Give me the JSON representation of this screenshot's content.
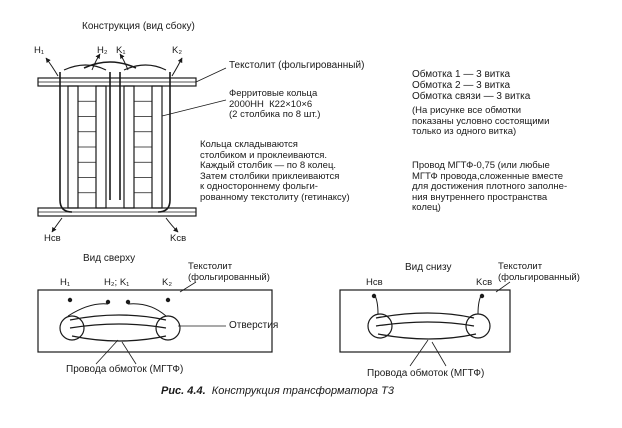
{
  "side_view": {
    "title": "Конструкция (вид сбоку)",
    "terminal_h1": "H₁",
    "terminal_h2": "H₂",
    "terminal_k1": "K₁",
    "terminal_k2": "K₂",
    "terminal_hcv": "Hсв",
    "terminal_kcv": "Kсв",
    "textolite_label": "Текстолит (фольгированный)",
    "ferrite_label": "Ферритовые кольца\n2000НН  К22×10×6\n(2 столбика по 8 шт.)",
    "assembly_note": "Кольца складываются\nстолбиком и проклеиваются.\nКаждый столбик — по 8 колец.\nЗатем столбики приклеиваются\nк одностороннему фольги-\nрованному текстолиту (гетинаксу)"
  },
  "windings": {
    "winding_1": "Обмотка 1 —  3 витка",
    "winding_2": "Обмотка 2 —  3 витка",
    "winding_link": "Обмотка связи —  3 витка",
    "winding_note": "(На рисунке все обмотки\nпоказаны условно состоящими\nтолько из одного витка)",
    "wire_note": "Провод МГТФ-0,75 (или любые\nМГТФ провода,сложенные вместе\nдля достижения плотного заполне-\nния внутреннего пространства\nколец)"
  },
  "top_view": {
    "title": "Вид сверху",
    "terminal_h1": "H₁",
    "terminal_h2k1": "H₂; K₁",
    "terminal_k2": "K₂",
    "textolite_label": "Текстолит\n(фольгированный)",
    "holes_label": "Отверстия",
    "wires_label": "Провода обмоток (МГТФ)"
  },
  "bottom_view": {
    "title": "Вид снизу",
    "terminal_hcv": "Hсв",
    "terminal_kcv": "Kсв",
    "textolite_label": "Текстолит\n(фольгированный)",
    "wires_label": "Провода обмоток (МГТФ)"
  },
  "caption": {
    "prefix": "Рис.  4.4.",
    "text": "Конструкция трансформатора Т3"
  }
}
